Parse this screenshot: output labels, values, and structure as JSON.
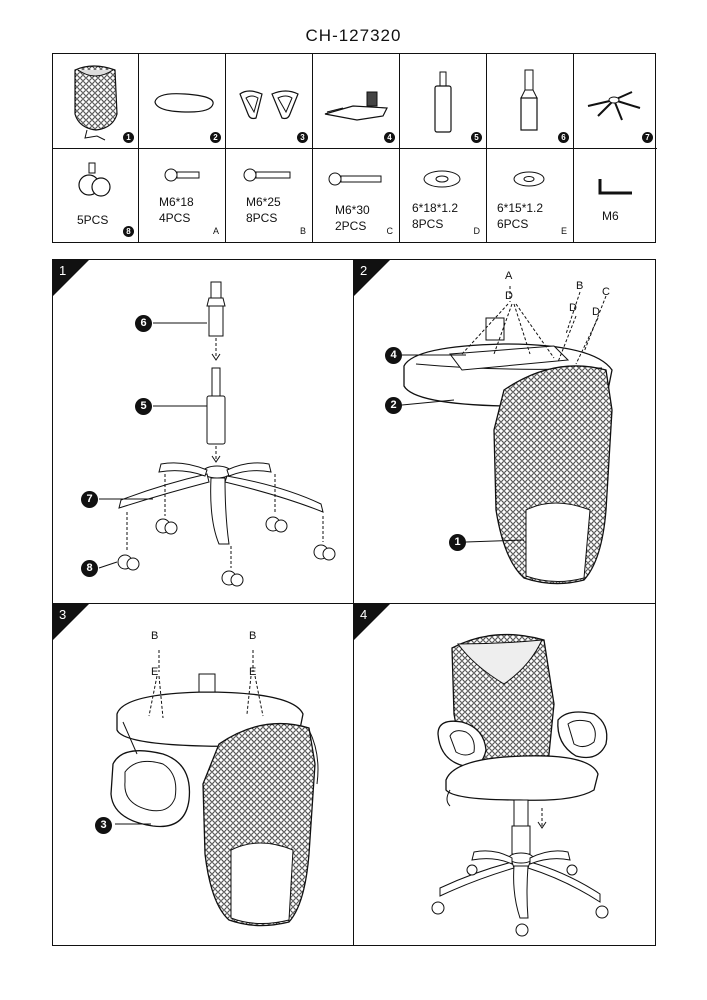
{
  "title": "CH-127320",
  "parts": [
    {
      "num": "1",
      "icon": "mesh-backrest"
    },
    {
      "num": "2",
      "icon": "seat-cushion"
    },
    {
      "num": "3",
      "icon": "armrests"
    },
    {
      "num": "4",
      "icon": "tilt-mechanism"
    },
    {
      "num": "5",
      "icon": "gas-lift"
    },
    {
      "num": "6",
      "icon": "gas-lift-cover"
    },
    {
      "num": "7",
      "icon": "five-star-base"
    },
    {
      "num": "8",
      "icon": "caster",
      "qty": "5PCS"
    }
  ],
  "hardware": [
    {
      "size": "M6*18",
      "qty": "4PCS",
      "letter": "A"
    },
    {
      "size": "M6*25",
      "qty": "8PCS",
      "letter": "B"
    },
    {
      "size": "M6*30",
      "qty": "2PCS",
      "letter": "C"
    },
    {
      "size": "6*18*1.2",
      "qty": "8PCS",
      "letter": "D"
    },
    {
      "size": "6*15*1.2",
      "qty": "6PCS",
      "letter": "E"
    },
    {
      "size": "M6"
    }
  ],
  "steps": [
    {
      "num": "1",
      "callouts": [
        "6",
        "5",
        "7",
        "8"
      ]
    },
    {
      "num": "2",
      "callouts": [
        "4",
        "2",
        "1"
      ],
      "tags": [
        "A",
        "D",
        "B",
        "D",
        "C",
        "D"
      ]
    },
    {
      "num": "3",
      "callouts": [
        "3"
      ],
      "tags": [
        "B",
        "E",
        "B",
        "E"
      ]
    },
    {
      "num": "4"
    }
  ]
}
